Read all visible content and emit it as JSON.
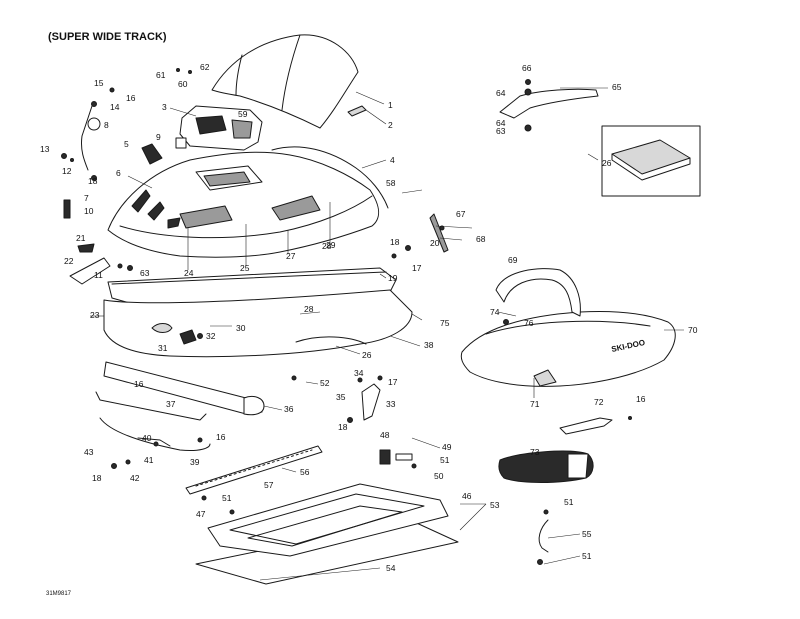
{
  "title": "(SUPER WIDE TRACK)",
  "drawing_code": "31M9817",
  "seat_logo": "SKI-DOO",
  "callouts": [
    {
      "id": "c1",
      "label": "1"
    },
    {
      "id": "c2",
      "label": "2"
    },
    {
      "id": "c3",
      "label": "3"
    },
    {
      "id": "c4",
      "label": "4"
    },
    {
      "id": "c5",
      "label": "5"
    },
    {
      "id": "c6",
      "label": "6"
    },
    {
      "id": "c7",
      "label": "7"
    },
    {
      "id": "c8",
      "label": "8"
    },
    {
      "id": "c9",
      "label": "9"
    },
    {
      "id": "c10",
      "label": "10"
    },
    {
      "id": "c11",
      "label": "11"
    },
    {
      "id": "c12",
      "label": "12"
    },
    {
      "id": "c13",
      "label": "13"
    },
    {
      "id": "c14",
      "label": "14"
    },
    {
      "id": "c15",
      "label": "15"
    },
    {
      "id": "c16a",
      "label": "16"
    },
    {
      "id": "c16b",
      "label": "16"
    },
    {
      "id": "c16c",
      "label": "16"
    },
    {
      "id": "c16d",
      "label": "16"
    },
    {
      "id": "c17a",
      "label": "17"
    },
    {
      "id": "c17b",
      "label": "17"
    },
    {
      "id": "c18a",
      "label": "18"
    },
    {
      "id": "c18b",
      "label": "18"
    },
    {
      "id": "c18c",
      "label": "18"
    },
    {
      "id": "c18d",
      "label": "18"
    },
    {
      "id": "c19",
      "label": "19"
    },
    {
      "id": "c20",
      "label": "20"
    },
    {
      "id": "c21",
      "label": "21"
    },
    {
      "id": "c22",
      "label": "22"
    },
    {
      "id": "c23",
      "label": "23"
    },
    {
      "id": "c24",
      "label": "24"
    },
    {
      "id": "c25",
      "label": "25"
    },
    {
      "id": "c26a",
      "label": "26"
    },
    {
      "id": "c26b",
      "label": "26"
    },
    {
      "id": "c27",
      "label": "27"
    },
    {
      "id": "c28a",
      "label": "28"
    },
    {
      "id": "c28b",
      "label": "28"
    },
    {
      "id": "c29",
      "label": "29"
    },
    {
      "id": "c30",
      "label": "30"
    },
    {
      "id": "c31",
      "label": "31"
    },
    {
      "id": "c32",
      "label": "32"
    },
    {
      "id": "c33",
      "label": "33"
    },
    {
      "id": "c34",
      "label": "34"
    },
    {
      "id": "c35",
      "label": "35"
    },
    {
      "id": "c36",
      "label": "36"
    },
    {
      "id": "c37",
      "label": "37"
    },
    {
      "id": "c38",
      "label": "38"
    },
    {
      "id": "c39",
      "label": "39"
    },
    {
      "id": "c40",
      "label": "40"
    },
    {
      "id": "c41",
      "label": "41"
    },
    {
      "id": "c42",
      "label": "42"
    },
    {
      "id": "c43",
      "label": "43"
    },
    {
      "id": "c46",
      "label": "46"
    },
    {
      "id": "c47",
      "label": "47"
    },
    {
      "id": "c48",
      "label": "48"
    },
    {
      "id": "c49",
      "label": "49"
    },
    {
      "id": "c50",
      "label": "50"
    },
    {
      "id": "c51a",
      "label": "51"
    },
    {
      "id": "c51b",
      "label": "51"
    },
    {
      "id": "c51c",
      "label": "51"
    },
    {
      "id": "c51d",
      "label": "51"
    },
    {
      "id": "c52",
      "label": "52"
    },
    {
      "id": "c53",
      "label": "53"
    },
    {
      "id": "c54",
      "label": "54"
    },
    {
      "id": "c55",
      "label": "55"
    },
    {
      "id": "c56",
      "label": "56"
    },
    {
      "id": "c57",
      "label": "57"
    },
    {
      "id": "c58",
      "label": "58"
    },
    {
      "id": "c59",
      "label": "59"
    },
    {
      "id": "c60",
      "label": "60"
    },
    {
      "id": "c61",
      "label": "61"
    },
    {
      "id": "c62",
      "label": "62"
    },
    {
      "id": "c63a",
      "label": "63"
    },
    {
      "id": "c63b",
      "label": "63"
    },
    {
      "id": "c64a",
      "label": "64"
    },
    {
      "id": "c64b",
      "label": "64"
    },
    {
      "id": "c65",
      "label": "65"
    },
    {
      "id": "c66",
      "label": "66"
    },
    {
      "id": "c67",
      "label": "67"
    },
    {
      "id": "c68",
      "label": "68"
    },
    {
      "id": "c69",
      "label": "69"
    },
    {
      "id": "c70",
      "label": "70"
    },
    {
      "id": "c71",
      "label": "71"
    },
    {
      "id": "c72",
      "label": "72"
    },
    {
      "id": "c73",
      "label": "73"
    },
    {
      "id": "c74",
      "label": "74"
    },
    {
      "id": "c75",
      "label": "75"
    },
    {
      "id": "c76",
      "label": "76"
    }
  ]
}
